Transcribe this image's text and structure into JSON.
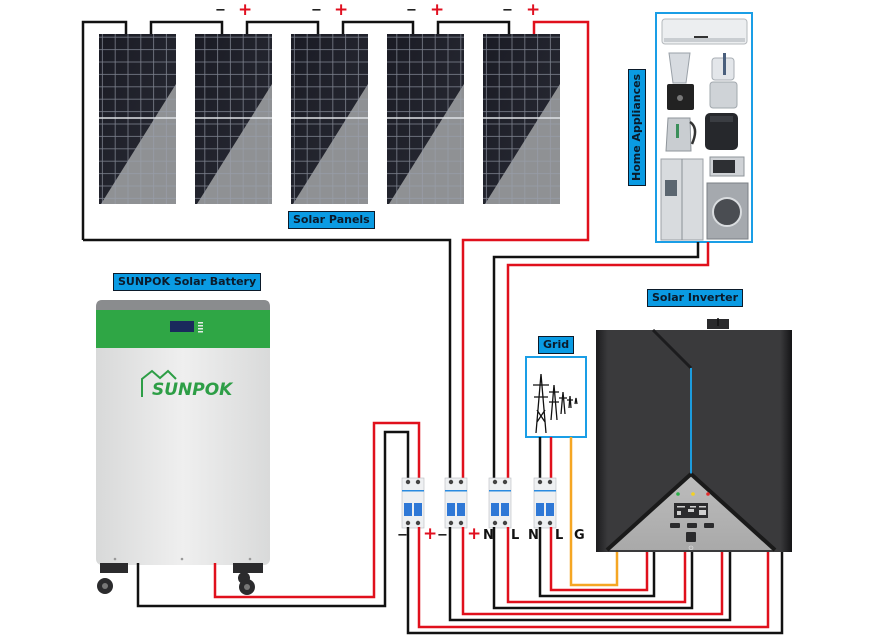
{
  "title": "SUNPOK solar system wiring diagram",
  "labels": {
    "solar_panels": "Solar Panels",
    "home_appliances": "Home Appliances",
    "battery": "SUNPOK Solar Battery",
    "grid": "Grid",
    "inverter": "Solar Inverter"
  },
  "battery": {
    "brand_logo_text": "SUNPOK"
  },
  "panel_series": {
    "count": 5,
    "polarity_marks": [
      {
        "minus": "−",
        "plus": "+"
      },
      {
        "minus": "−",
        "plus": "+"
      },
      {
        "minus": "−",
        "plus": "+"
      },
      {
        "minus": "−",
        "plus": "+"
      }
    ]
  },
  "appliances": [
    "air-conditioner",
    "blender",
    "food-processor",
    "kettle",
    "air-fryer",
    "refrigerator",
    "toaster-oven",
    "washing-machine"
  ],
  "breakers": [
    {
      "name": "battery-breaker",
      "terminals": [
        "−",
        "+"
      ]
    },
    {
      "name": "pv-breaker",
      "terminals": [
        "−",
        "+"
      ]
    },
    {
      "name": "load-breaker",
      "terminals": [
        "N",
        "L"
      ]
    },
    {
      "name": "grid-breaker",
      "terminals": [
        "N",
        "L"
      ]
    }
  ],
  "ground_terminal": "G",
  "inverter": {
    "indicator_colors": [
      "#2bb14a",
      "#f4d21f",
      "#e22b2b"
    ],
    "power_button_glyph": "⏻"
  },
  "wire_colors": {
    "positive_live": "#e0101c",
    "negative_neutral": "#111111",
    "ground": "#f5a623",
    "label_bg": "#0a9be3"
  }
}
